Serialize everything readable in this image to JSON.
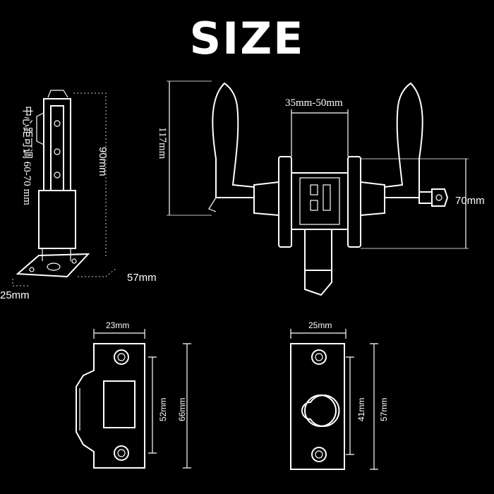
{
  "title": "SIZE",
  "latch": {
    "vertical_note": "中心距可调 60-70 mm",
    "height": "90mm",
    "depth": "57mm",
    "width": "25mm"
  },
  "lever_lock": {
    "height": "117mm",
    "door_thickness": "35mm-50mm",
    "rose_diameter": "70mm"
  },
  "strike_plate_left": {
    "width": "23mm",
    "hole_spacing": "52mm",
    "height": "66mm"
  },
  "strike_plate_right": {
    "width": "25mm",
    "hole_spacing": "41mm",
    "height": "57mm"
  },
  "colors": {
    "background": "#000000",
    "line": "#ffffff"
  }
}
